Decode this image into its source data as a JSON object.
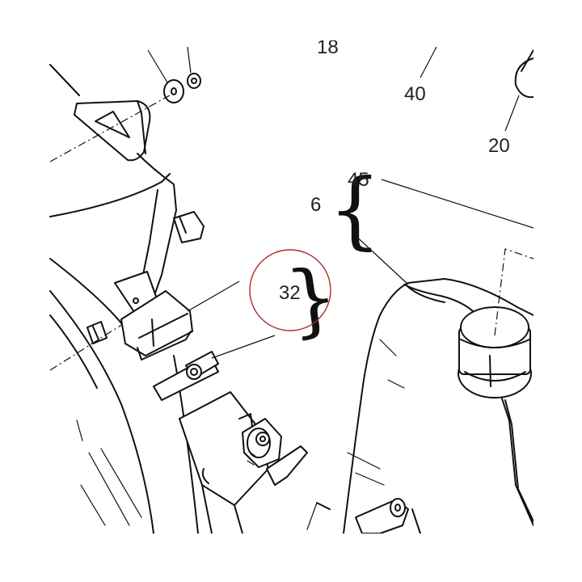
{
  "callouts": {
    "c18": "18",
    "c40": "40",
    "c20": "20",
    "c45": "45",
    "c6": "6",
    "c32": "32"
  },
  "colors": {
    "line": "#111111",
    "highlight_circle": "#b02a2a"
  }
}
